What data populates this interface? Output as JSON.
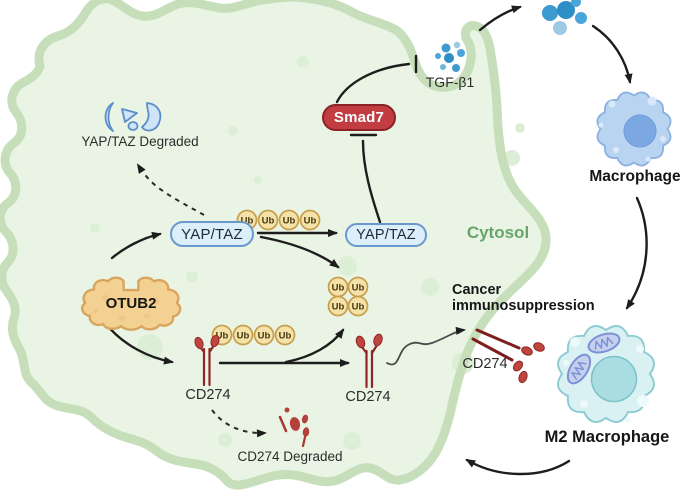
{
  "pathway": {
    "otub2": "OTUB2",
    "yap_taz": "YAP/TAZ",
    "yap_taz_degraded": "YAP/TAZ Degraded",
    "ub": "Ub",
    "smad7": "Smad7",
    "tgf_b1": "TGF-β1",
    "cytosol": "Cytosol",
    "cd274": "CD274",
    "cd274_degraded": "CD274 Degraded",
    "cancer_immunosuppression": "Cancer immunosuppression",
    "macrophage": "Macrophage",
    "m2_macrophage": "M2 Macrophage"
  },
  "colors": {
    "cell_fill": "#e9f4e4",
    "membrane": "#c6dfba",
    "cytosol_text": "#68a56a",
    "yap_pill_fill": "#ddeefb",
    "yap_pill_border": "#6b98cc",
    "ub_fill": "#f4e2a9",
    "ub_border": "#c79e4e",
    "otub2_fill": "#f3d193",
    "otub2_border": "#d8a55e",
    "smad7_fill": "#c23d42",
    "smad7_border": "#8a2227",
    "cd274_red": "#b5413d",
    "cd274_dark_red": "#8f2626",
    "tgf_dot_blue": "#3d9bd1",
    "macrophage_fill": "#b9d4f0",
    "macrophage_nucleus": "#7ca8e2",
    "m2_fill": "#daf1f3",
    "m2_nucleus": "#a9dde1",
    "mitochondria": "#c5cfee",
    "arrow": "#1d1d1d",
    "degraded_fragment_blue": "#cfe4f7"
  }
}
